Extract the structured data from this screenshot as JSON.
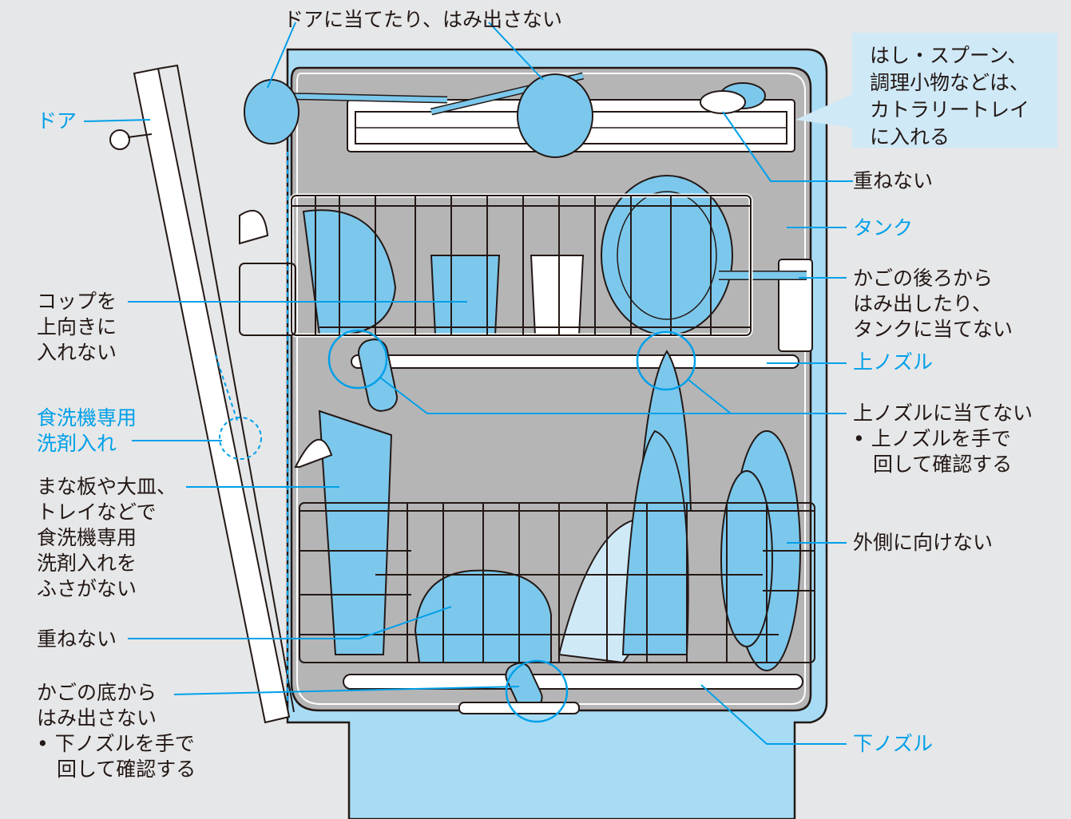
{
  "labels": {
    "top_door": "ドアに当てたり、はみ出さない",
    "door": "ドア",
    "cup": [
      "コップを",
      "上向きに",
      "入れない"
    ],
    "detergent_box": [
      "食洗機専用",
      "洗剤入れ"
    ],
    "board": [
      "まな板や大皿、",
      "トレイなどで",
      "食洗機専用",
      "洗剤入れを",
      "ふさがない"
    ],
    "no_stack_lower": "重ねない",
    "basket_bottom": [
      "かごの底から",
      "はみ出さない",
      "• 下ノズルを手で",
      "　回して確認する"
    ],
    "cutlery_note": [
      "はし・スプーン、",
      "調理小物などは、",
      "カトラリートレイ",
      "に入れる"
    ],
    "no_stack_upper": "重ねない",
    "tank": "タンク",
    "basket_back": [
      "かごの後ろから",
      "はみ出したり、",
      "タンクに当てない"
    ],
    "upper_nozzle": "上ノズル",
    "upper_nozzle_hit": [
      "上ノズルに当てない",
      "• 上ノズルを手で",
      "　回して確認する"
    ],
    "outside": "外側に向けない",
    "lower_nozzle": "下ノズル"
  },
  "colors": {
    "accent": "#00a0e9",
    "water": "#a8dcf5",
    "dish": "#7cc8ec",
    "tub": "#b5b5b6",
    "background": "#e6e7e8",
    "note_bg": "#cfe9f7",
    "line": "#231815"
  }
}
